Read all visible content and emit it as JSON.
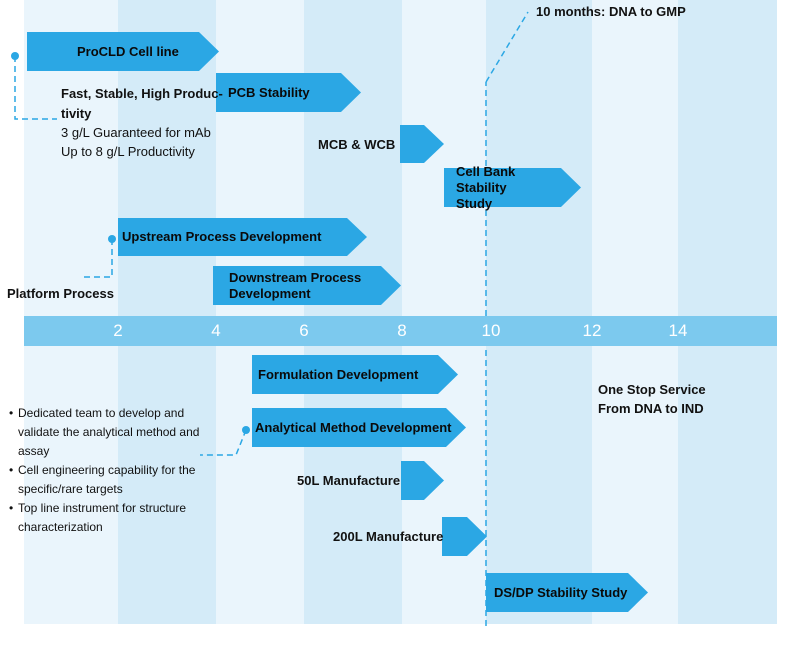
{
  "timeline": {
    "ticks": [
      "2",
      "4",
      "6",
      "8",
      "10",
      "12",
      "14"
    ]
  },
  "milestone": {
    "label": "10 months: DNA to GMP"
  },
  "tasks": {
    "procld": "ProCLD Cell line",
    "pcb_stability": "PCB Stability",
    "mcb_wcb": "MCB & WCB",
    "cell_bank_stability": "Cell Bank Stability Study",
    "upstream": "Upstream Process Development",
    "downstream": "Downstream Process Development",
    "formulation": "Formulation Development",
    "analytical": "Analytical Method Development",
    "manufacture_50l": "50L Manufacture",
    "manufacture_200l": "200L Manufacture",
    "ds_dp_stability": "DS/DP Stability Study"
  },
  "notes": {
    "procld_title_1": "Fast, Stable, High Produc-",
    "procld_title_2": "tivity",
    "procld_line_1": "3 g/L Guaranteed for mAb",
    "procld_line_2": "Up to 8 g/L Productivity",
    "platform": "Platform Process",
    "one_stop_1": "One Stop Service",
    "one_stop_2": "From DNA to IND",
    "bullets": [
      "Dedicated team to develop and validate the analytical method and assay",
      "Cell engineering capability for the specific/rare targets",
      "Top line instrument for structure characterization"
    ]
  },
  "colors": {
    "arrow": "#2ba7e4",
    "axis": "#7cc9ee",
    "band_light": "#eaf5fc",
    "band_dark": "#d4ebf8"
  }
}
